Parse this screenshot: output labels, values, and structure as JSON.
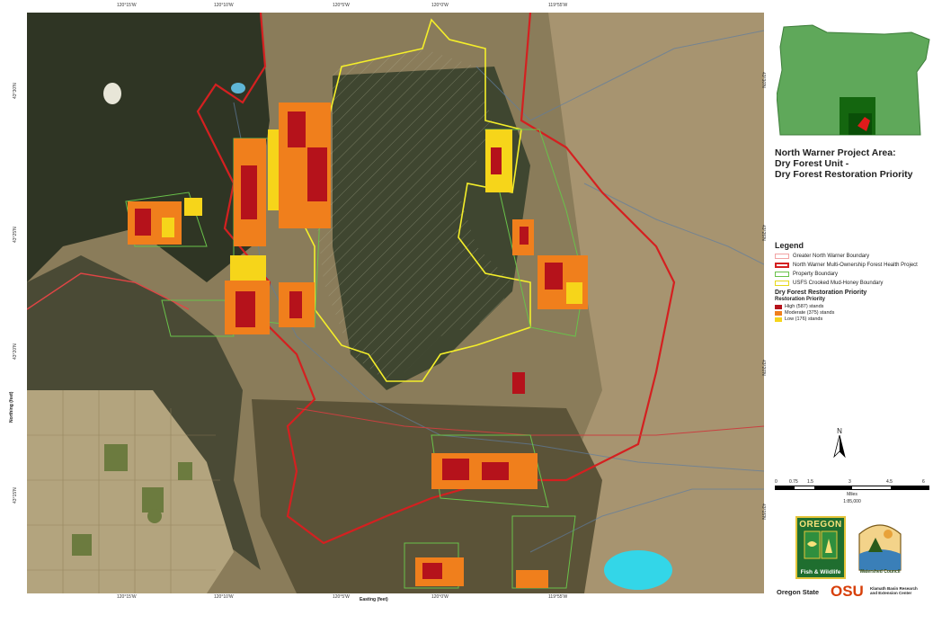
{
  "map": {
    "title_lines": [
      "North Warner Project Area:",
      "Dry Forest Unit -",
      "Dry Forest Restoration Priority"
    ],
    "top_ticks": [
      "120°15'W",
      "120°10'W",
      "120°5'W",
      "120°0'W",
      "119°55'W"
    ],
    "bottom_ticks": [
      "120°15'W",
      "120°10'W",
      "120°5'W",
      "120°0'W",
      "119°55'W"
    ],
    "left_ticks": [
      "43°30'N",
      "43°25'N",
      "43°20'N",
      "43°15'N"
    ],
    "right_ticks": [
      "43°30'N",
      "43°25'N",
      "43°20'N",
      "43°15'N"
    ],
    "x_axis_title": "Easting (feet)",
    "y_axis_title": "Northing (feet)"
  },
  "legend": {
    "heading": "Legend",
    "items": [
      {
        "label": "Greater North Warner Boundary",
        "color": "#f2a3a3"
      },
      {
        "label": "North Warner Multi-Ownership Forest Health Project",
        "color": "#d42020"
      },
      {
        "label": "Property Boundary",
        "color": "#69c24a"
      },
      {
        "label": "USFS Crooked Mud-Honey Boundary",
        "color": "#f4ee2a"
      }
    ],
    "priority_heading": "Dry Forest Restoration Priority",
    "priority_subheading": "Restoration Priority",
    "classes": [
      {
        "label": "High (587) stands",
        "color": "#b5121b"
      },
      {
        "label": "Moderate (375) stands",
        "color": "#f07f1c"
      },
      {
        "label": "Low (176) stands",
        "color": "#f6d51a"
      }
    ]
  },
  "scale": {
    "ticks": [
      "0",
      "0.75",
      "1.5",
      "3",
      "4.5",
      "6"
    ],
    "units": "Miles",
    "ratio": "1:85,000"
  },
  "north": "N",
  "logos": {
    "odfw_top": "OREGON",
    "odfw_bottom": "Fish & Wildlife",
    "osu": "Oregon State",
    "osu_mark": "OSU",
    "kbrec": "Klamath Basin Research and Extension Center",
    "watershed": "Watershed Council"
  },
  "colors": {
    "high": "#b5121b",
    "moderate": "#f07f1c",
    "low": "#f6d51a",
    "project_boundary": "#d42020",
    "usfs_boundary": "#f4ee2a",
    "property_boundary": "#69c24a",
    "state_fill": "#5fa85a",
    "county_fill": "#14660f"
  }
}
